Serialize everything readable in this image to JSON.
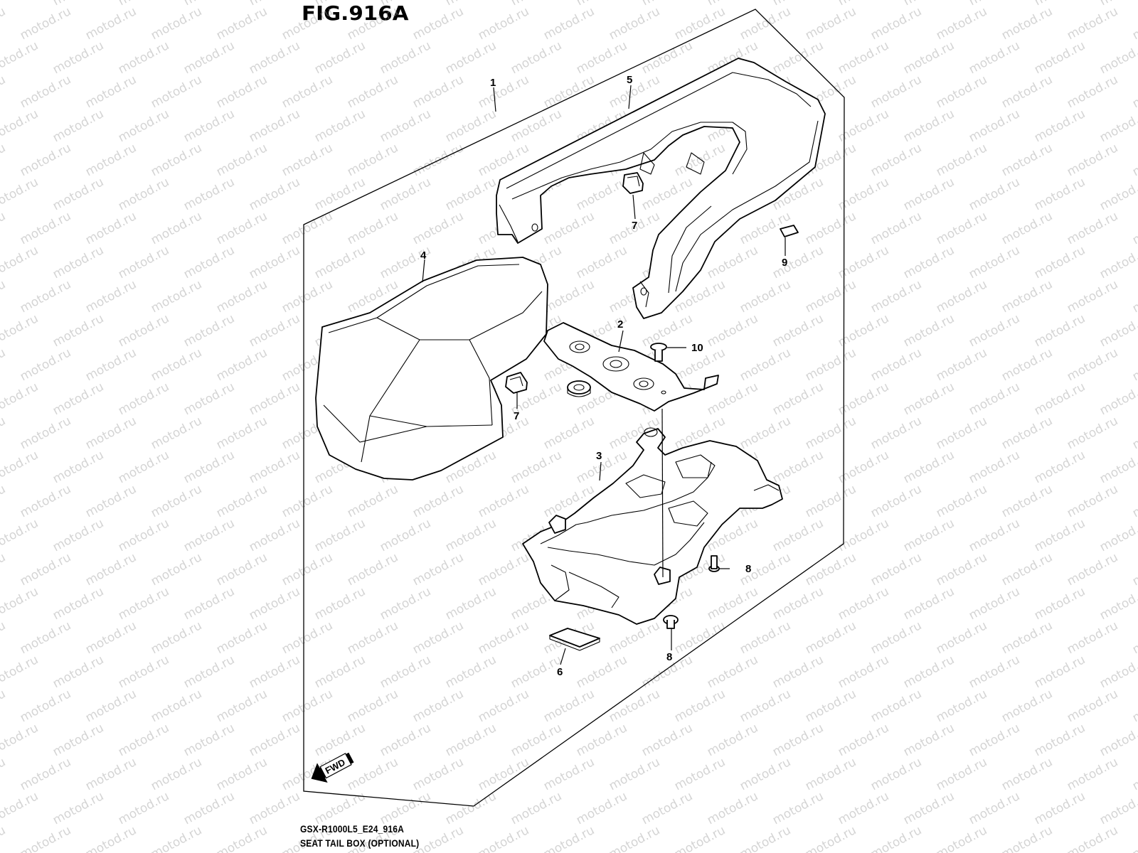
{
  "figure": {
    "title": "FIG.916A",
    "code": "GSX-R1000L5_E24_916A",
    "name": "SEAT TAIL BOX (OPTIONAL)",
    "direction_label": "FWD",
    "watermark": "motod.ru"
  },
  "callouts": [
    {
      "id": "c1",
      "label": "1"
    },
    {
      "id": "c2",
      "label": "2"
    },
    {
      "id": "c3",
      "label": "3"
    },
    {
      "id": "c4",
      "label": "4"
    },
    {
      "id": "c5",
      "label": "5"
    },
    {
      "id": "c6",
      "label": "6"
    },
    {
      "id": "c7a",
      "label": "7"
    },
    {
      "id": "c7b",
      "label": "7"
    },
    {
      "id": "c8a",
      "label": "8"
    },
    {
      "id": "c8b",
      "label": "8"
    },
    {
      "id": "c9",
      "label": "9"
    },
    {
      "id": "c10",
      "label": "10"
    }
  ]
}
